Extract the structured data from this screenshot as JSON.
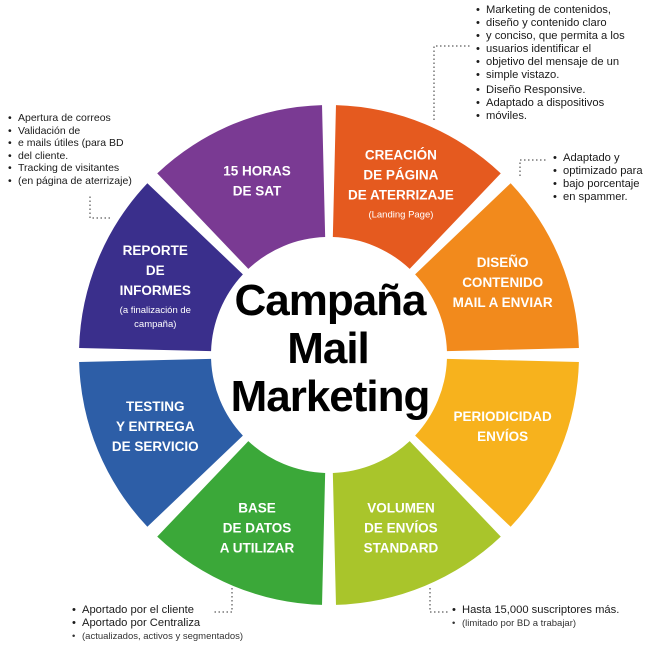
{
  "title": [
    "Campaña",
    "Mail",
    "Marketing"
  ],
  "segments": [
    {
      "id": "creacion",
      "color": "#e55a1f",
      "lines": [
        "CREACIÓN",
        "DE PÁGINA",
        "DE ATERRIZAJE"
      ],
      "sub": [
        "(Landing Page)"
      ]
    },
    {
      "id": "diseno",
      "color": "#f28a1c",
      "lines": [
        "DISEÑO",
        "CONTENIDO",
        "MAIL A ENVIAR"
      ],
      "sub": []
    },
    {
      "id": "periodicidad",
      "color": "#f7b21d",
      "lines": [
        "PERIODICIDAD",
        "ENVÍOS"
      ],
      "sub": []
    },
    {
      "id": "volumen",
      "color": "#a9c52b",
      "lines": [
        "VOLUMEN",
        "DE ENVÍOS",
        "STANDARD"
      ],
      "sub": []
    },
    {
      "id": "base",
      "color": "#3ba839",
      "lines": [
        "BASE",
        "DE DATOS",
        "A UTILIZAR"
      ],
      "sub": []
    },
    {
      "id": "testing",
      "color": "#2d5ea7",
      "lines": [
        "TESTING",
        "Y ENTREGA",
        "DE SERVICIO"
      ],
      "sub": []
    },
    {
      "id": "reporte",
      "color": "#3a2f8c",
      "lines": [
        "REPORTE",
        "DE",
        "INFORMES"
      ],
      "sub": [
        "(a finalización de",
        "campaña)"
      ]
    },
    {
      "id": "sat",
      "color": "#7a3a93",
      "lines": [
        "15 HORAS",
        "DE SAT"
      ],
      "sub": []
    }
  ],
  "notes": {
    "top_right": {
      "items": [
        {
          "text": "Marketing de contenidos,",
          "cont": [
            "diseño  y contenido claro",
            "y conciso, que permita a los",
            "usuarios identificar el",
            "objetivo del mensaje de un",
            "simple vistazo."
          ]
        },
        {
          "text": "Diseño Responsive.",
          "cont": [
            "Adaptado a dispositivos",
            "móviles."
          ]
        }
      ]
    },
    "right": {
      "items": [
        {
          "text": "Adaptado y",
          "cont": [
            "optimizado para",
            "bajo porcentaje",
            "en spammer."
          ]
        }
      ]
    },
    "top_left": {
      "items": [
        {
          "text": "Apertura de correos",
          "cont": []
        },
        {
          "text": "Validación de",
          "cont": [
            "e mails útiles (para BD",
            "del cliente."
          ]
        },
        {
          "text": "Tracking de visitantes",
          "cont": [
            "(en página de aterrizaje)"
          ]
        }
      ]
    },
    "bottom_left": {
      "items": [
        {
          "text": "Aportado por el cliente",
          "cont": []
        },
        {
          "text": "Aportado por Centraliza",
          "cont": []
        }
      ],
      "sub": "(actualizados, activos y segmentados)"
    },
    "bottom_right": {
      "items": [
        {
          "text": "Hasta 15,000 suscriptores más.",
          "cont": []
        }
      ],
      "sub": "(limitado por BD a trabajar)"
    }
  }
}
